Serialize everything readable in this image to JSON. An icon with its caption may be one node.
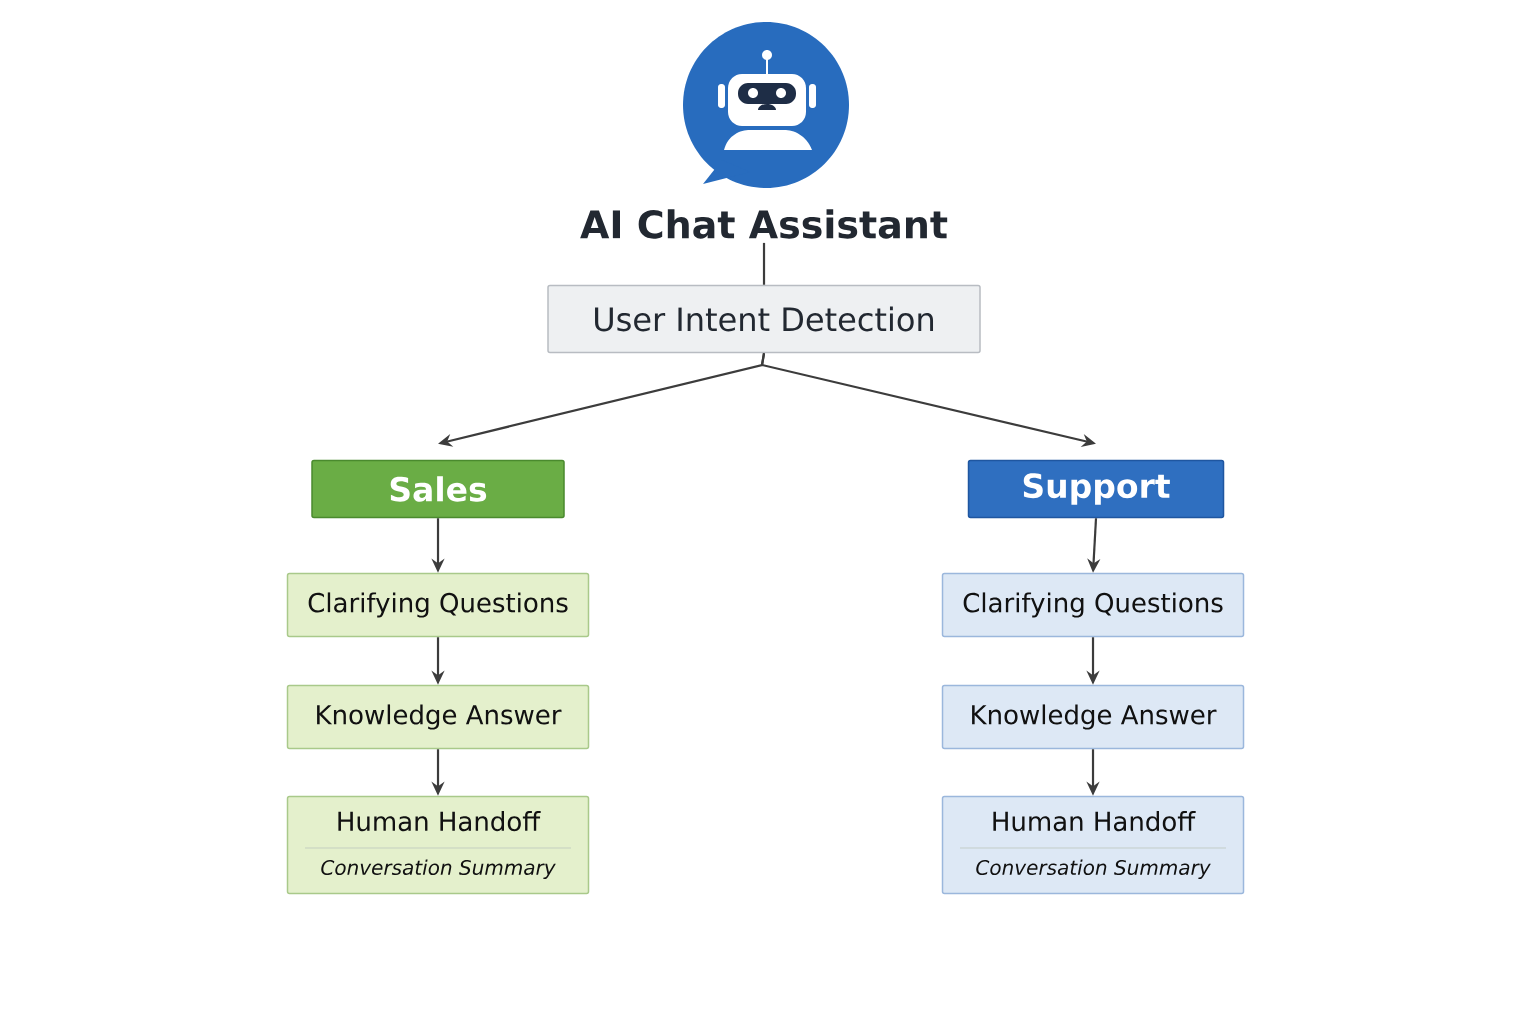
{
  "diagram": {
    "nodes": [
      {
        "text": [
          "AI Chat Assistant"
        ]
      },
      {
        "text": [
          "User Intent Detection"
        ]
      },
      {
        "text": [
          "Sales"
        ]
      },
      {
        "text": [
          "Support"
        ]
      },
      {
        "text": [
          "Clarifying Questions"
        ]
      },
      {
        "text": [
          "Knowledge Answer"
        ]
      },
      {
        "text": [
          "Human Handoff",
          "Conversation Summary"
        ]
      },
      {
        "text": [
          "Clarifying Questions"
        ]
      },
      {
        "text": [
          "Knowledge Answer"
        ]
      },
      {
        "text": [
          "Human Handoff",
          "Conversation Summary"
        ]
      }
    ],
    "edges": [
      {
        "from": 0,
        "to": 1,
        "arrow": "none"
      },
      {
        "from": 1,
        "to": 2,
        "arrow": "to"
      },
      {
        "from": 1,
        "to": 3,
        "arrow": "to"
      },
      {
        "from": 2,
        "to": 4,
        "arrow": "to"
      },
      {
        "from": 4,
        "to": 5,
        "arrow": "to"
      },
      {
        "from": 5,
        "to": 6,
        "arrow": "to"
      },
      {
        "from": 3,
        "to": 7,
        "arrow": "to"
      },
      {
        "from": 7,
        "to": 8,
        "arrow": "to"
      },
      {
        "from": 8,
        "to": 9,
        "arrow": "to"
      }
    ]
  }
}
